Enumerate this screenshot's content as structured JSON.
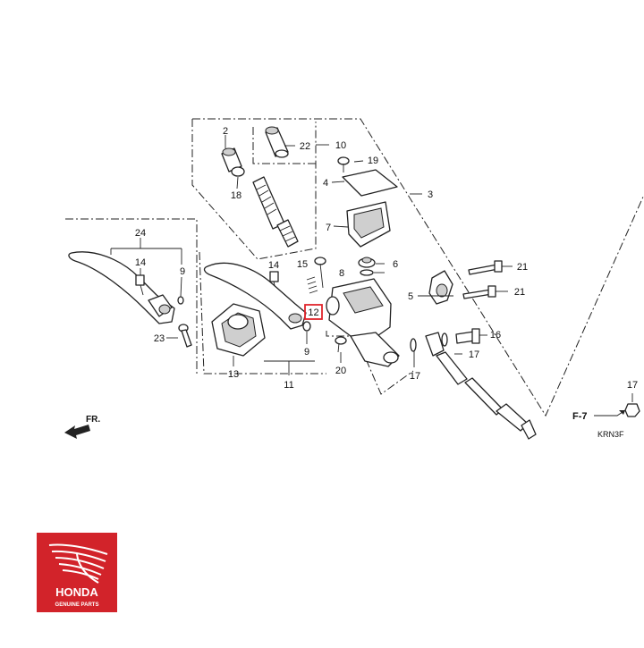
{
  "diagram": {
    "highlighted_callout": "12",
    "callouts": {
      "c1": "2",
      "c2": "22",
      "c3": "10",
      "c4": "19",
      "c5": "4",
      "c6": "3",
      "c7": "18",
      "c8": "7",
      "c9": "24",
      "c10": "14",
      "c11": "9",
      "c12": "15",
      "c13": "14",
      "c14": "6",
      "c15": "8",
      "c16": "21",
      "c17": "5",
      "c18": "21",
      "c19": "12",
      "c20": "23",
      "c21": "16",
      "c22": "9",
      "c23": "17",
      "c24": "13",
      "c25": "20",
      "c26": "17",
      "c27": "11",
      "c28": "17"
    },
    "direction_label": "FR.",
    "ref_label": "F-7",
    "code_label": "KRN3F"
  },
  "brand": {
    "name": "HONDA",
    "tagline": "GENUINE PARTS",
    "color": "#d2232a"
  },
  "colors": {
    "highlight": "#e0252b",
    "line": "#222222"
  }
}
